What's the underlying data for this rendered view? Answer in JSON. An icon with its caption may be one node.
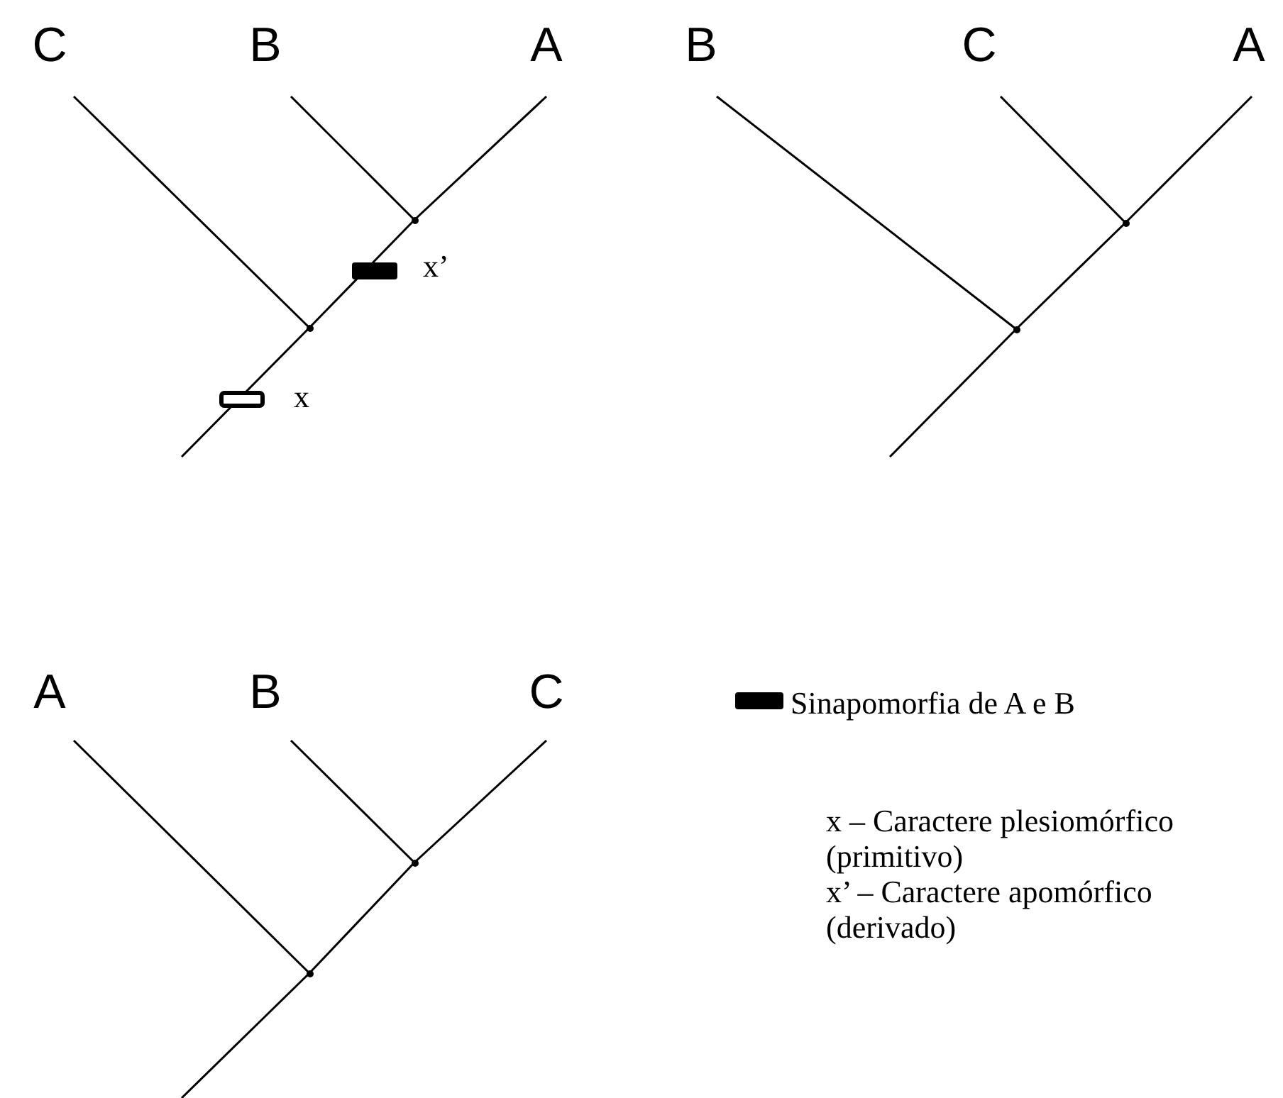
{
  "diagram": {
    "nodes": [
      {
        "text": [
          "C"
        ]
      },
      {
        "text": [
          "B"
        ]
      },
      {
        "text": [
          "A"
        ]
      },
      {
        "text": [],
        "shape": "point"
      },
      {
        "text": [],
        "shape": "point"
      },
      {
        "text": [
          "B"
        ]
      },
      {
        "text": [
          "C"
        ]
      },
      {
        "text": [
          "A"
        ]
      },
      {
        "text": [],
        "shape": "point"
      },
      {
        "text": [],
        "shape": "point"
      },
      {
        "text": [
          "A"
        ]
      },
      {
        "text": [
          "B"
        ]
      },
      {
        "text": [
          "C"
        ]
      },
      {
        "text": [],
        "shape": "point"
      },
      {
        "text": [],
        "shape": "point"
      }
    ],
    "edges": [
      {
        "from": 0,
        "to": 4,
        "arrow": "none"
      },
      {
        "from": 1,
        "to": 3,
        "arrow": "none"
      },
      {
        "from": 2,
        "to": 3,
        "arrow": "none"
      },
      {
        "from": 3,
        "to": 4,
        "arrow": "none"
      },
      {
        "from": 4,
        "to": null,
        "arrow": "none"
      },
      {
        "from": 5,
        "to": 9,
        "arrow": "none"
      },
      {
        "from": 6,
        "to": 8,
        "arrow": "none"
      },
      {
        "from": 7,
        "to": 8,
        "arrow": "none"
      },
      {
        "from": 8,
        "to": 9,
        "arrow": "none"
      },
      {
        "from": 9,
        "to": null,
        "arrow": "none"
      },
      {
        "from": 10,
        "to": 14,
        "arrow": "none"
      },
      {
        "from": 11,
        "to": 13,
        "arrow": "none"
      },
      {
        "from": 12,
        "to": 13,
        "arrow": "none"
      },
      {
        "from": 13,
        "to": 14,
        "arrow": "none"
      },
      {
        "from": 14,
        "to": null,
        "arrow": "none"
      }
    ],
    "labels": [
      "x’",
      "x",
      "x – Caractere plesiomórfico (primitivo)",
      "x’ – Caractere apomórfico (derivado)"
    ],
    "legend": [
      {
        "text": "Sinapomorfia de A e B",
        "color": "#000000"
      }
    ]
  }
}
